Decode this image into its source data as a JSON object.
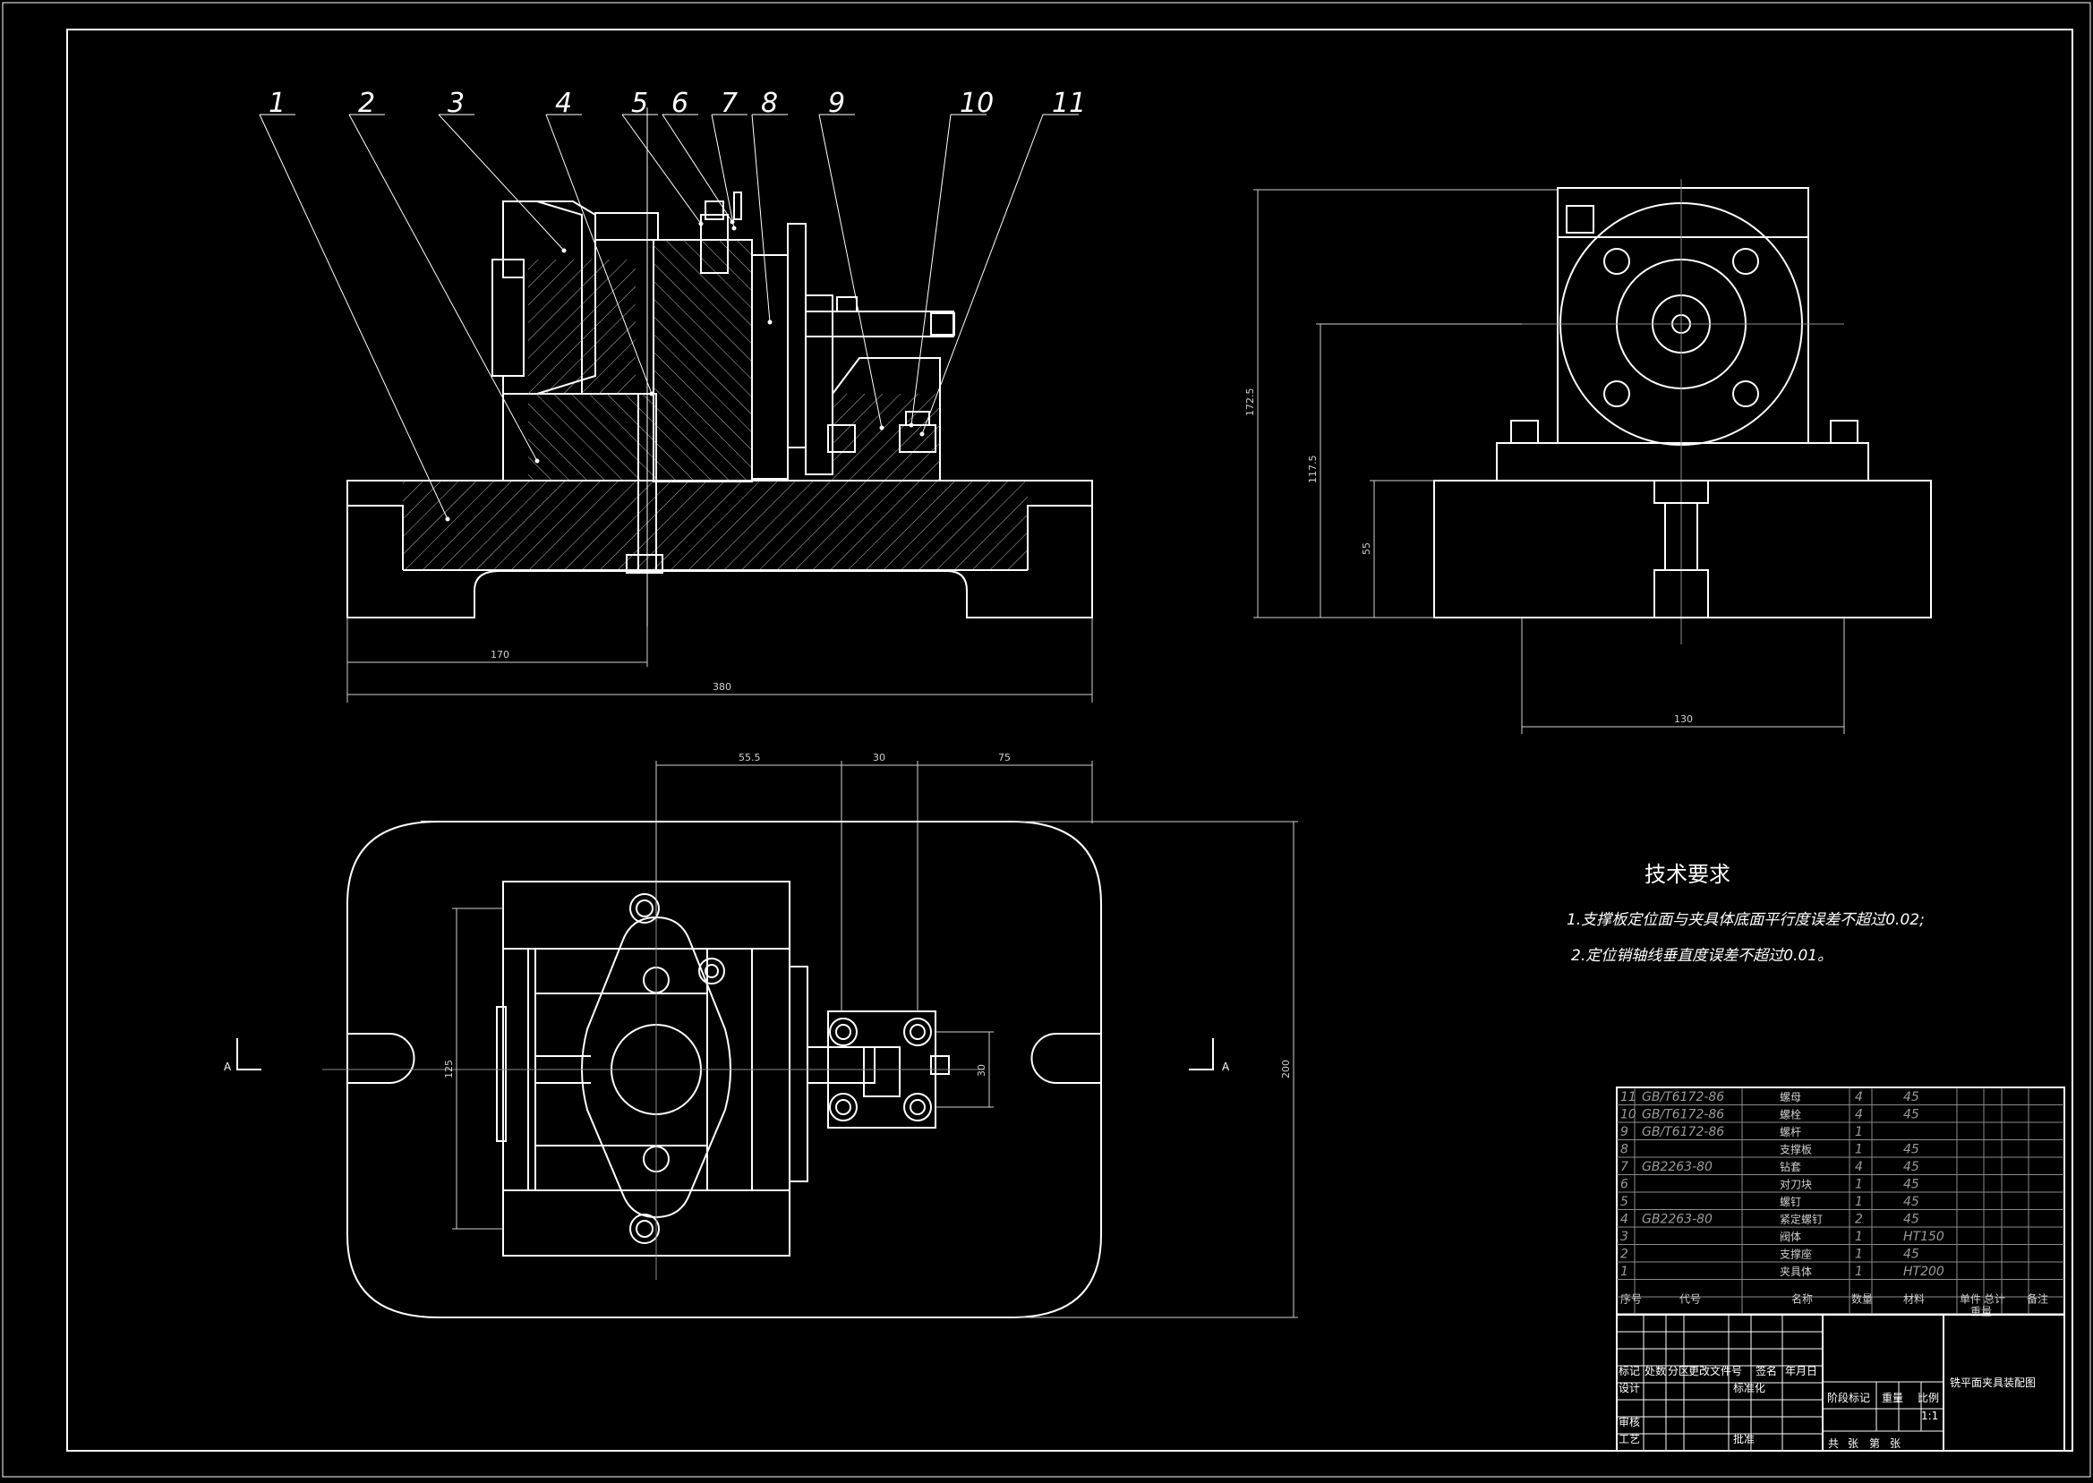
{
  "drawing": {
    "title": "铣平面夹具装配图",
    "callouts": [
      "1",
      "2",
      "3",
      "4",
      "5",
      "6",
      "7",
      "8",
      "9",
      "10",
      "11"
    ],
    "dimensions": {
      "front_width_partial": "170",
      "front_width_total": "380",
      "side_height_total": "172.5",
      "side_height_mid": "117.5",
      "side_height_base": "55",
      "side_width": "130",
      "top_dims_top": [
        "55.5",
        "30",
        "75"
      ],
      "top_dim_right_height": "200",
      "top_dim_left_height": "125",
      "top_dim_small": "30"
    },
    "section_markers": [
      "A",
      "A"
    ],
    "tech_requirements": {
      "heading": "技术要求",
      "items": [
        "1.支撑板定位面与夹具体底面平行度误差不超过0.02;",
        "2.定位销轴线垂直度误差不超过0.01。"
      ]
    }
  },
  "bom": {
    "rows": [
      {
        "no": "11",
        "code": "GB/T6172-86",
        "name": "螺母",
        "qty": "4",
        "mat": "45"
      },
      {
        "no": "10",
        "code": "GB/T6172-86",
        "name": "螺栓",
        "qty": "4",
        "mat": "45"
      },
      {
        "no": "9",
        "code": "GB/T6172-86",
        "name": "螺杆",
        "qty": "1",
        "mat": ""
      },
      {
        "no": "8",
        "code": "",
        "name": "支撑板",
        "qty": "1",
        "mat": "45"
      },
      {
        "no": "7",
        "code": "GB2263-80",
        "name": "钻套",
        "qty": "4",
        "mat": "45"
      },
      {
        "no": "6",
        "code": "",
        "name": "对刀块",
        "qty": "1",
        "mat": "45"
      },
      {
        "no": "5",
        "code": "",
        "name": "螺钉",
        "qty": "1",
        "mat": "45"
      },
      {
        "no": "4",
        "code": "GB2263-80",
        "name": "紧定螺钉",
        "qty": "2",
        "mat": "45"
      },
      {
        "no": "3",
        "code": "",
        "name": "阀体",
        "qty": "1",
        "mat": "HT150"
      },
      {
        "no": "2",
        "code": "",
        "name": "支撑座",
        "qty": "1",
        "mat": "45"
      },
      {
        "no": "1",
        "code": "",
        "name": "夹具体",
        "qty": "1",
        "mat": "HT200"
      }
    ],
    "header": {
      "no": "序号",
      "code": "代号",
      "name": "名称",
      "qty": "数量",
      "mat": "材料",
      "single": "单件",
      "total": "总计",
      "weight": "重量",
      "note": "备注"
    }
  },
  "title_block": {
    "labels": [
      "标记",
      "处数",
      "分区",
      "更改文件号",
      "签名",
      "年月日",
      "设计",
      "标准化",
      "审核",
      "工艺",
      "批准",
      "阶段标记",
      "重量",
      "比例",
      "共",
      "张",
      "第",
      "张"
    ],
    "scale": "1:1"
  }
}
